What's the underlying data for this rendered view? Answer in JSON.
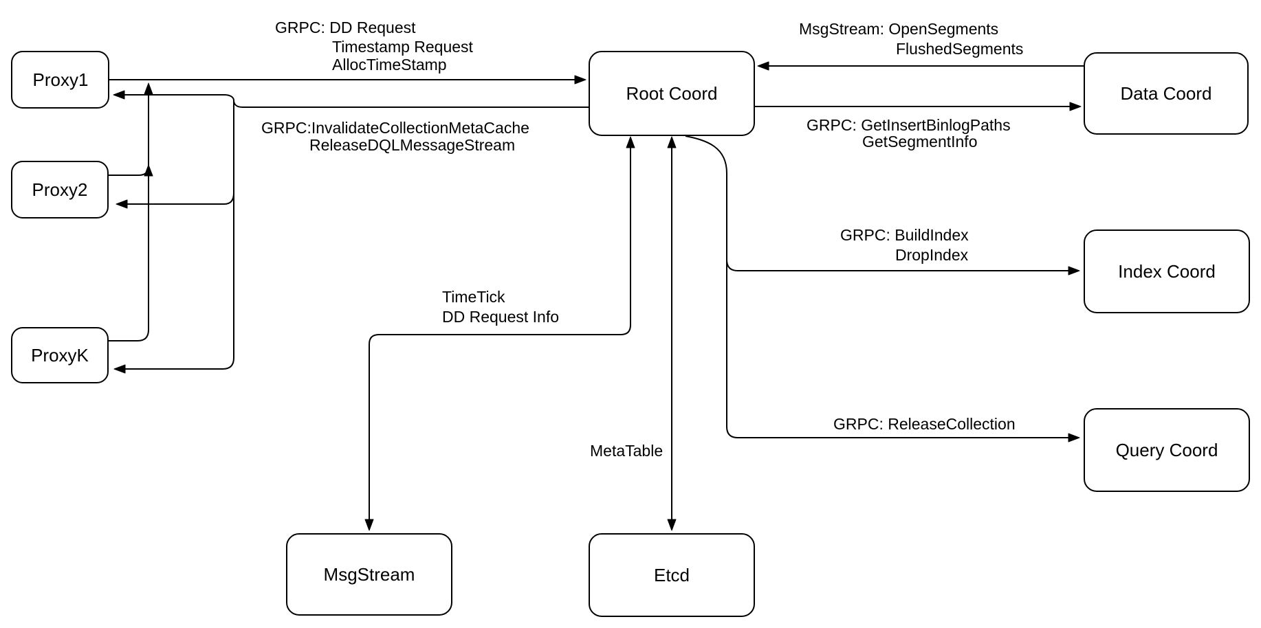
{
  "diagram": {
    "background": "#ffffff",
    "stroke_color": "#000000",
    "node_fill": "#ffffff",
    "text_color": "#000000"
  },
  "nodes": {
    "proxy1": {
      "label": "Proxy1"
    },
    "proxy2": {
      "label": "Proxy2"
    },
    "proxyk": {
      "label": "ProxyK"
    },
    "root_coord": {
      "label": "Root Coord"
    },
    "data_coord": {
      "label": "Data Coord"
    },
    "index_coord": {
      "label": "Index Coord"
    },
    "query_coord": {
      "label": "Query Coord"
    },
    "msgstream": {
      "label": "MsgStream"
    },
    "etcd": {
      "label": "Etcd"
    }
  },
  "edge_labels": {
    "proxy_to_root": {
      "line1": "GRPC: DD Request",
      "line2": "Timestamp Request",
      "line3": "AllocTimeStamp"
    },
    "root_to_proxy": {
      "line1": "GRPC:InvalidateCollectionMetaCache",
      "line2": "ReleaseDQLMessageStream"
    },
    "data_to_root": {
      "line1": "MsgStream: OpenSegments",
      "line2": "FlushedSegments"
    },
    "root_to_data": {
      "line1": "GRPC: GetInsertBinlogPaths",
      "line2": "GetSegmentInfo"
    },
    "root_to_index": {
      "line1": "GRPC: BuildIndex",
      "line2": "DropIndex"
    },
    "root_to_query": {
      "line1": "GRPC: ReleaseCollection"
    },
    "root_to_msgstream": {
      "line1": "TimeTick",
      "line2": "DD Request Info"
    },
    "root_to_etcd": {
      "line1": "MetaTable"
    }
  }
}
